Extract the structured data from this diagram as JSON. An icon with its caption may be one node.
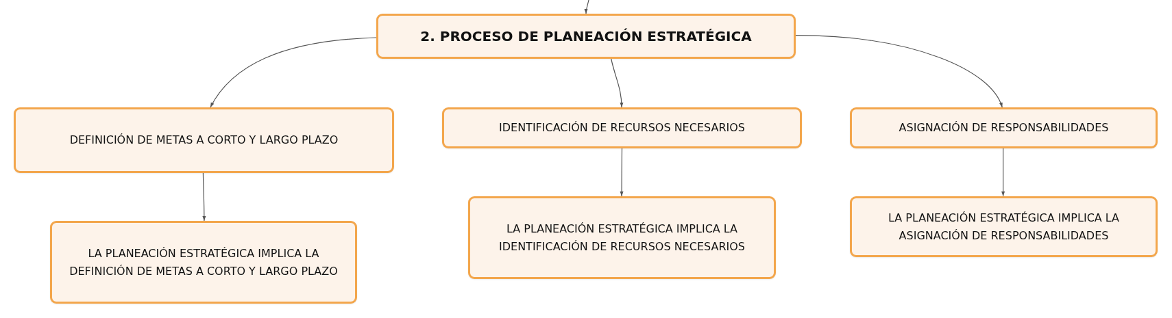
{
  "diagram": {
    "nodes": [
      {
        "text": [
          "2. PROCESO DE PLANEACIÓN ESTRATÉGICA"
        ]
      },
      {
        "text": [
          "DEFINICIÓN DE METAS A CORTO Y LARGO PLAZO"
        ]
      },
      {
        "text": [
          "IDENTIFICACIÓN DE RECURSOS NECESARIOS"
        ]
      },
      {
        "text": [
          "ASIGNACIÓN DE RESPONSABILIDADES"
        ]
      },
      {
        "text": [
          "LA PLANEACIÓN ESTRATÉGICA IMPLICA LA DEFINICIÓN DE METAS A CORTO Y LARGO PLAZO"
        ]
      },
      {
        "text": [
          "LA PLANEACIÓN ESTRATÉGICA IMPLICA LA IDENTIFICACIÓN DE RECURSOS NECESARIOS"
        ]
      },
      {
        "text": [
          "LA PLANEACIÓN ESTRATÉGICA IMPLICA LA ASIGNACIÓN DE RESPONSABILIDADES"
        ]
      }
    ],
    "edges": [
      {
        "from": null,
        "to": 0,
        "arrow": "to"
      },
      {
        "from": 0,
        "to": 1,
        "arrow": "to"
      },
      {
        "from": 0,
        "to": 2,
        "arrow": "to"
      },
      {
        "from": 0,
        "to": 3,
        "arrow": "to"
      },
      {
        "from": 1,
        "to": 4,
        "arrow": "to"
      },
      {
        "from": 2,
        "to": 5,
        "arrow": "to"
      },
      {
        "from": 3,
        "to": 6,
        "arrow": "to"
      }
    ]
  }
}
